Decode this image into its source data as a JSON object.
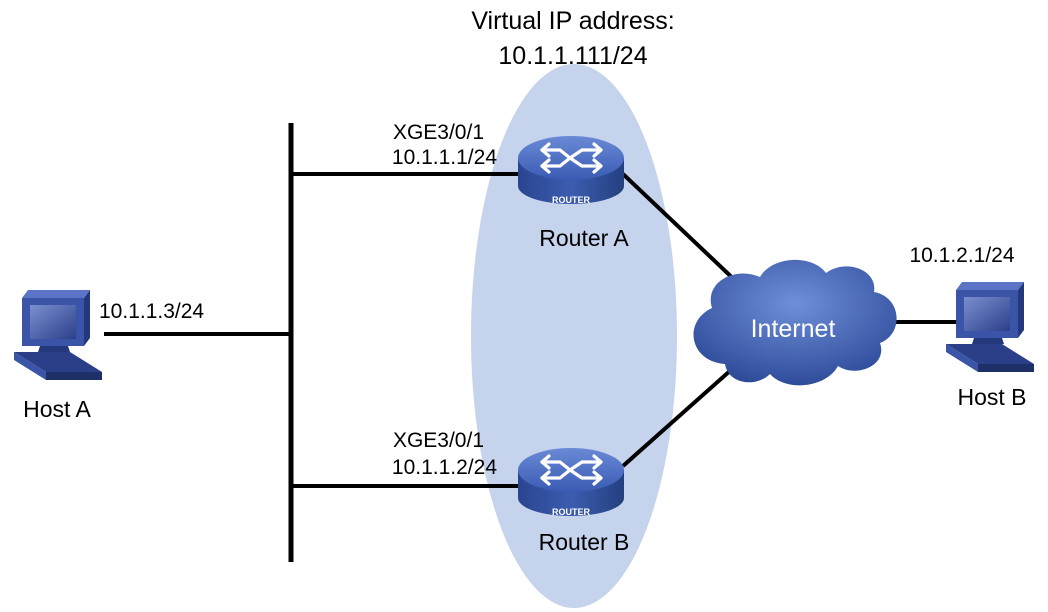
{
  "vrrp": {
    "title_line1": "Virtual IP address:",
    "title_line2": "10.1.1.111/24"
  },
  "router_a": {
    "name": "Router A",
    "interface": "XGE3/0/1",
    "ip": "10.1.1.1/24",
    "badge": "ROUTER"
  },
  "router_b": {
    "name": "Router B",
    "interface": "XGE3/0/1",
    "ip": "10.1.1.2/24",
    "badge": "ROUTER"
  },
  "host_a": {
    "name": "Host A",
    "ip": "10.1.1.3/24"
  },
  "host_b": {
    "name": "Host B",
    "ip": "10.1.2.1/24"
  },
  "internet": {
    "label": "Internet"
  },
  "colors": {
    "ellipse": "#c5d3ec",
    "router_body": "#2e4d9b",
    "router_top": "#4a6cc6",
    "cloud": "#2c4c9f",
    "link": "#000000"
  }
}
